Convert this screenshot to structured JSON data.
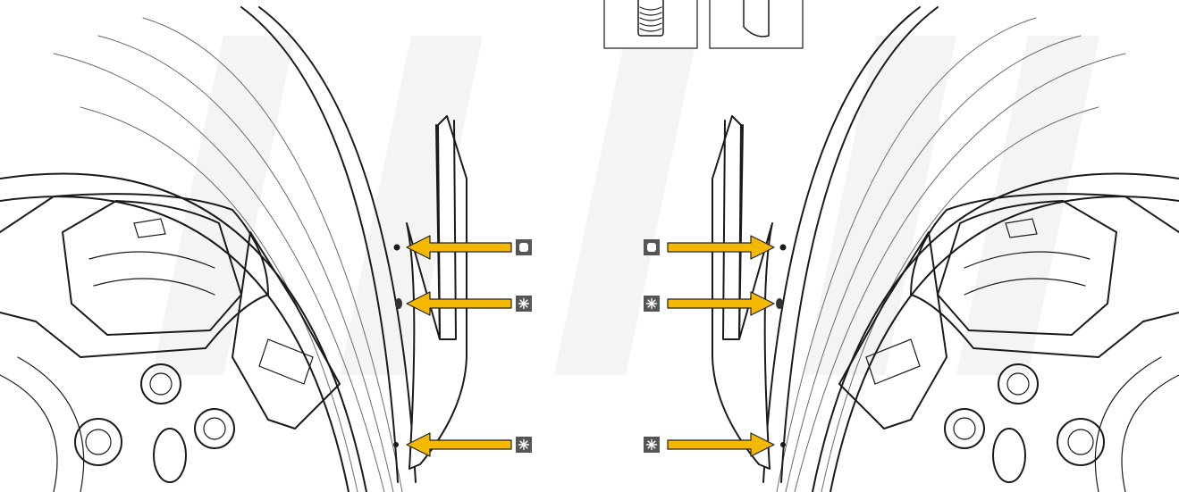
{
  "colors": {
    "arrow": "#f5b800",
    "arrow_stroke": "#222222",
    "line": "#1a1a1a",
    "marker_bg": "#555555",
    "marker_fg": "#ffffff",
    "watermark": "#f3f3f3"
  },
  "icons": {
    "marker_round": "round-clip-icon",
    "marker_star": "star-clip-icon",
    "fastener_screw": "screw-fastener-icon",
    "fastener_wedge": "wedge-fastener-icon"
  },
  "callouts": [
    {
      "side": "left",
      "row": "top",
      "marker": "round"
    },
    {
      "side": "left",
      "row": "middle",
      "marker": "star"
    },
    {
      "side": "left",
      "row": "bottom",
      "marker": "star"
    },
    {
      "side": "right",
      "row": "top",
      "marker": "round"
    },
    {
      "side": "right",
      "row": "middle",
      "marker": "star"
    },
    {
      "side": "right",
      "row": "bottom",
      "marker": "star"
    }
  ]
}
